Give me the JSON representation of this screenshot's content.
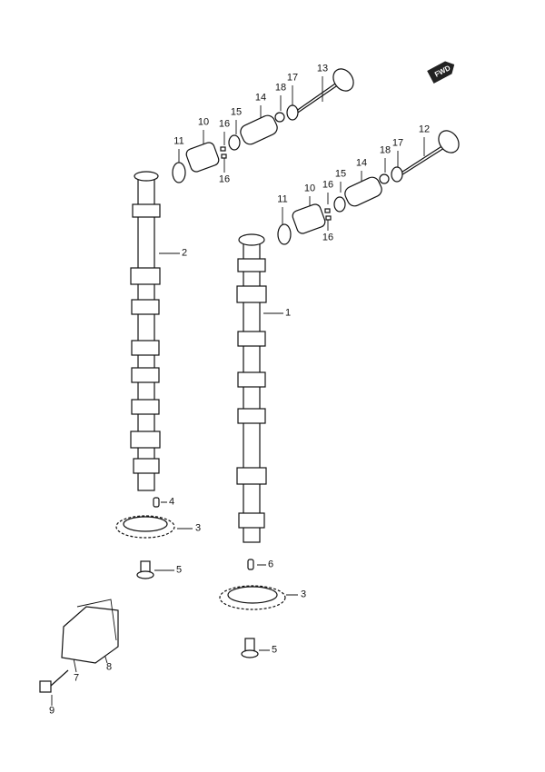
{
  "fwd_badge": "FWD",
  "callouts": {
    "a13": "13",
    "a17": "17",
    "a18": "18",
    "a14": "14",
    "a15": "15",
    "a16a": "16",
    "a10": "10",
    "a11": "11",
    "a16b": "16",
    "b12": "12",
    "b17": "17",
    "b18": "18",
    "b14": "14",
    "b15": "15",
    "b16a": "16",
    "b10": "10",
    "b11": "11",
    "b16b": "16",
    "c2": "2",
    "c1": "1",
    "c4": "4",
    "c3a": "3",
    "c5a": "5",
    "c6": "6",
    "c3b": "3",
    "c5b": "5",
    "c8": "8",
    "c7": "7",
    "c9": "9"
  }
}
